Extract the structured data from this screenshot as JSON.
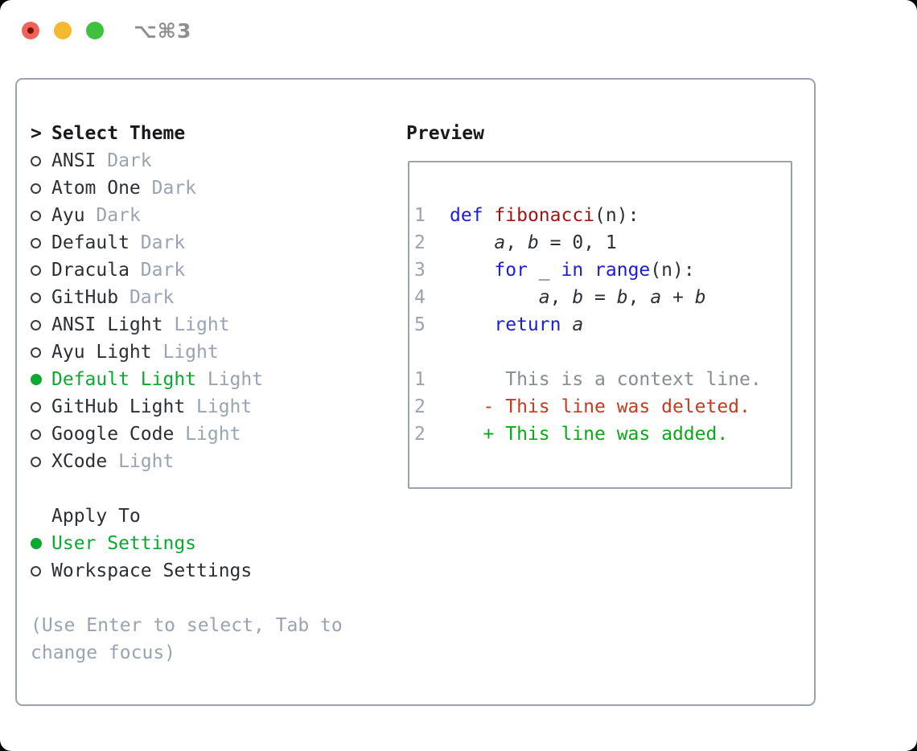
{
  "colors": {
    "accent_green": "#0ca82f",
    "added_green": "#0ca81a",
    "deleted_red": "#c63a20",
    "keyword_blue": "#1d1dd6",
    "function_red": "#a21414",
    "muted_gray": "#9aa3b1",
    "context_gray": "#868d95",
    "text_dark": "#2b2f36",
    "heading_black": "#17191d",
    "panel_border": "#9aa2ae",
    "titlebar_gray": "#8e8e93",
    "traffic_red": "#f0615a",
    "traffic_red_dot": "#75120a",
    "traffic_yellow": "#f3b92f",
    "traffic_green": "#3dc13e"
  },
  "window": {
    "title": "⌥⌘3"
  },
  "theme_selector": {
    "header_prefix": ">",
    "header": "Select Theme",
    "items": [
      {
        "name": "ANSI",
        "variant": "Dark",
        "selected": false
      },
      {
        "name": "Atom One",
        "variant": "Dark",
        "selected": false
      },
      {
        "name": "Ayu",
        "variant": "Dark",
        "selected": false
      },
      {
        "name": "Default",
        "variant": "Dark",
        "selected": false
      },
      {
        "name": "Dracula",
        "variant": "Dark",
        "selected": false
      },
      {
        "name": "GitHub",
        "variant": "Dark",
        "selected": false
      },
      {
        "name": "ANSI Light",
        "variant": "Light",
        "selected": false
      },
      {
        "name": "Ayu Light",
        "variant": "Light",
        "selected": false
      },
      {
        "name": "Default Light",
        "variant": "Light",
        "selected": true
      },
      {
        "name": "GitHub Light",
        "variant": "Light",
        "selected": false
      },
      {
        "name": "Google Code",
        "variant": "Light",
        "selected": false
      },
      {
        "name": "XCode",
        "variant": "Light",
        "selected": false
      }
    ],
    "apply_to_header": "Apply To",
    "apply_options": [
      {
        "label": "User Settings",
        "selected": true
      },
      {
        "label": "Workspace Settings",
        "selected": false
      }
    ],
    "help_lines": [
      "(Use Enter to select, Tab to",
      "change focus)"
    ]
  },
  "preview": {
    "header": "Preview",
    "code_lines": [
      {
        "num": "1",
        "tokens": [
          [
            "kw",
            "def"
          ],
          [
            "pl",
            " "
          ],
          [
            "fn",
            "fibonacci"
          ],
          [
            "pl",
            "(n):"
          ]
        ]
      },
      {
        "num": "2",
        "tokens": [
          [
            "pl",
            "    "
          ],
          [
            "var",
            "a"
          ],
          [
            "pl",
            ", "
          ],
          [
            "var",
            "b"
          ],
          [
            "pl",
            " = 0, 1"
          ]
        ]
      },
      {
        "num": "3",
        "tokens": [
          [
            "pl",
            "    "
          ],
          [
            "kw",
            "for"
          ],
          [
            "pl",
            " _ "
          ],
          [
            "kw",
            "in"
          ],
          [
            "pl",
            " "
          ],
          [
            "kw",
            "range"
          ],
          [
            "pl",
            "(n):"
          ]
        ]
      },
      {
        "num": "4",
        "tokens": [
          [
            "pl",
            "        "
          ],
          [
            "var",
            "a"
          ],
          [
            "pl",
            ", "
          ],
          [
            "var",
            "b"
          ],
          [
            "pl",
            " = "
          ],
          [
            "var",
            "b"
          ],
          [
            "pl",
            ", "
          ],
          [
            "var",
            "a"
          ],
          [
            "pl",
            " + "
          ],
          [
            "var",
            "b"
          ]
        ]
      },
      {
        "num": "5",
        "tokens": [
          [
            "pl",
            "    "
          ],
          [
            "kw",
            "return"
          ],
          [
            "pl",
            " "
          ],
          [
            "var",
            "a"
          ]
        ]
      }
    ],
    "diff_lines": [
      {
        "num": "1",
        "type": "context",
        "text": "     This is a context line."
      },
      {
        "num": "2",
        "type": "deleted",
        "text": "   - This line was deleted."
      },
      {
        "num": "2",
        "type": "added",
        "text": "   + This line was added."
      }
    ]
  }
}
